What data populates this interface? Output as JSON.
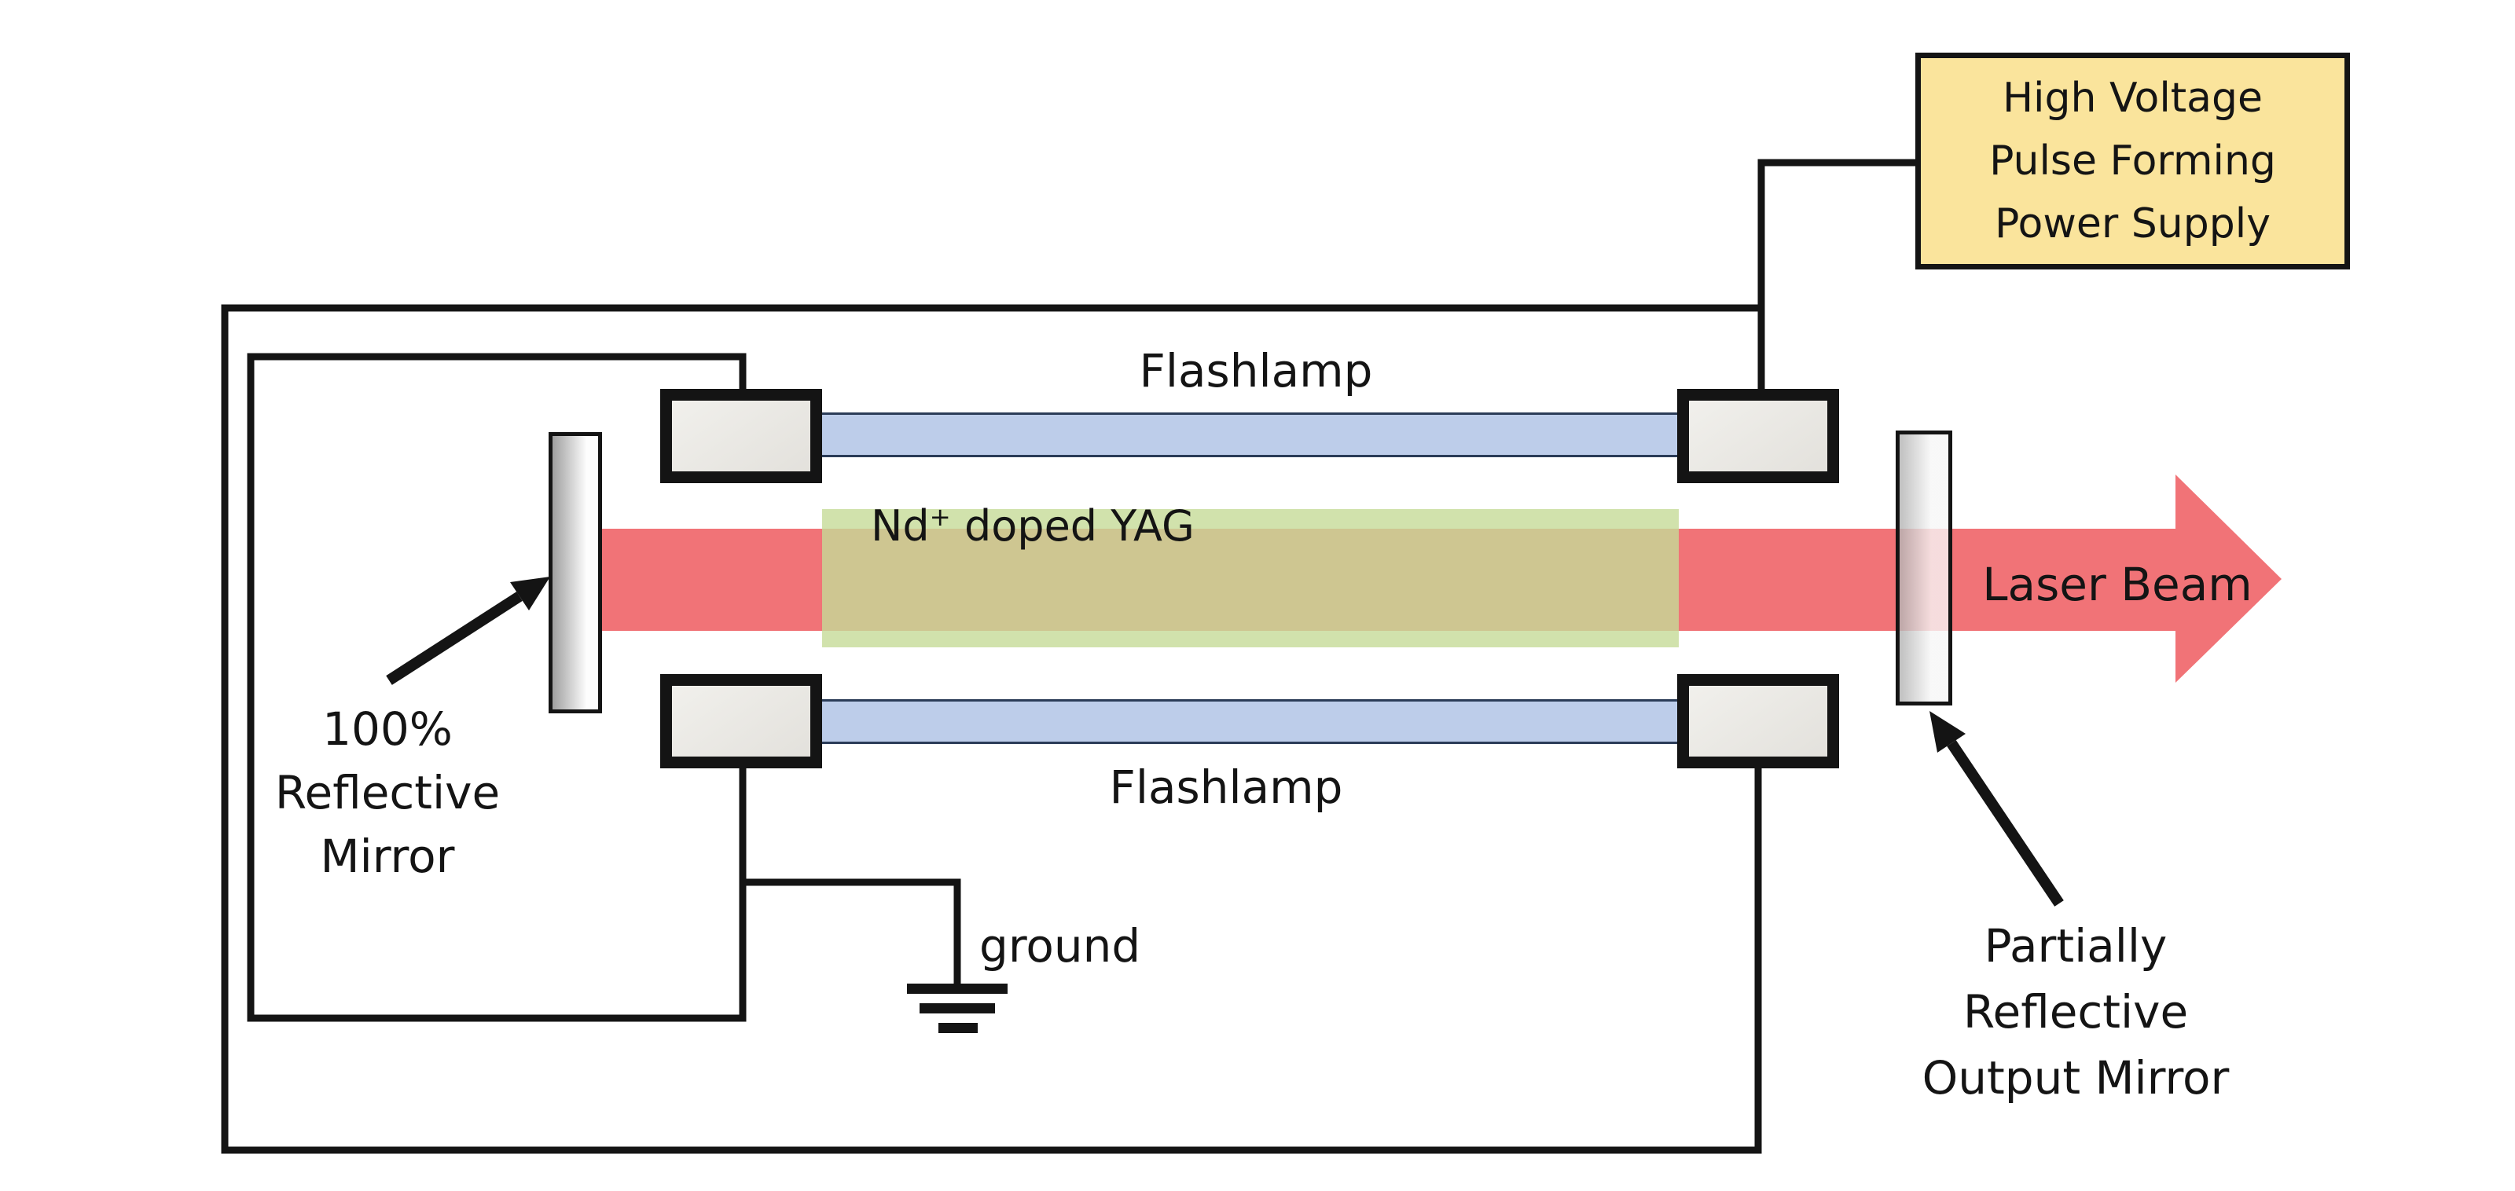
{
  "colors": {
    "background": "#ffffff",
    "wire": "#141414",
    "text": "#141414",
    "power_box_fill": "#fae49c",
    "tube_fill": "#bdcdea",
    "tube_border": "#2b3c58",
    "beam": "#f17377",
    "rod_overlay": "rgba(197,219,151,0.8)",
    "electrode_fill": "#eceae6",
    "mirror_gray": "#a0a0a0"
  },
  "power_supply": {
    "lines": [
      "High Voltage",
      "Pulse Forming",
      "Power Supply"
    ]
  },
  "components": {
    "flashlamp_top": "Flashlamp",
    "flashlamp_bottom": "Flashlamp",
    "rod_element": "Nd",
    "rod_sup": "+",
    "rod_rest": " doped YAG",
    "laser_beam": "Laser Beam",
    "ground": "ground"
  },
  "annotations": {
    "left_mirror": {
      "lines": [
        "100%",
        "Reflective",
        "Mirror"
      ]
    },
    "right_mirror": {
      "lines": [
        "Partially",
        "Reflective",
        "Output Mirror"
      ]
    }
  }
}
